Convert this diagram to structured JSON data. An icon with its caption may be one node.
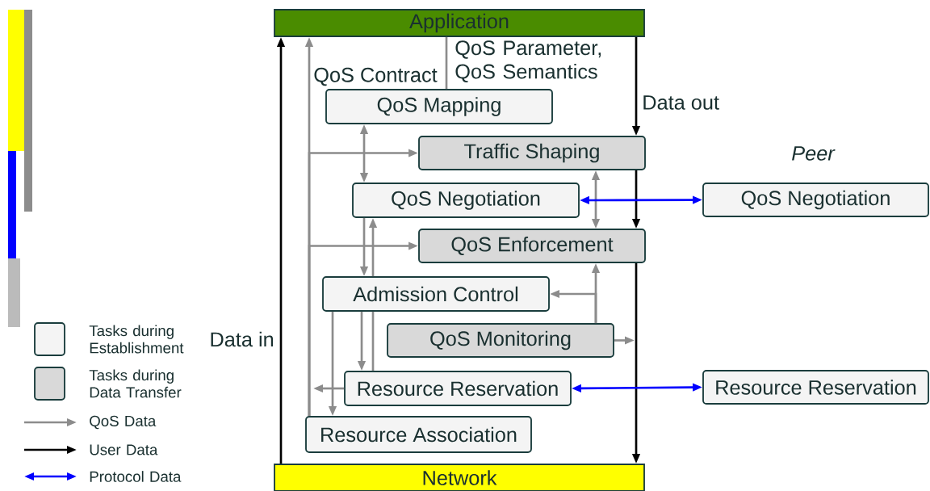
{
  "diagram": {
    "nodes": [
      {
        "text": [
          "Application"
        ]
      },
      {
        "text": [
          "QoS Mapping"
        ]
      },
      {
        "text": [
          "Traffic Shaping"
        ]
      },
      {
        "text": [
          "QoS Negotiation"
        ]
      },
      {
        "text": [
          "QoS Negotiation"
        ]
      },
      {
        "text": [
          "QoS Enforcement"
        ]
      },
      {
        "text": [
          "Admission Control"
        ]
      },
      {
        "text": [
          "QoS Monitoring"
        ]
      },
      {
        "text": [
          "Resource Reservation"
        ]
      },
      {
        "text": [
          "Resource Reservation"
        ]
      },
      {
        "text": [
          "Resource Association"
        ]
      },
      {
        "text": [
          "Network"
        ]
      }
    ],
    "edges": [
      {
        "from": 11,
        "to": 0,
        "arrow": "to",
        "color": "#000000"
      },
      {
        "from": 0,
        "to": 2,
        "arrow": "to",
        "color": "#000000"
      },
      {
        "from": 2,
        "to": 5,
        "arrow": "to",
        "color": "#000000"
      },
      {
        "from": 5,
        "to": 11,
        "arrow": "to",
        "color": "#000000"
      },
      {
        "from": 10,
        "to": 0,
        "arrow": "to"
      },
      {
        "from": 10,
        "to": 2,
        "arrow": "to"
      },
      {
        "from": 10,
        "to": 5,
        "arrow": "to"
      },
      {
        "from": 0,
        "to": 1,
        "arrow": "none"
      },
      {
        "from": 1,
        "to": 3,
        "arrow": "both"
      },
      {
        "from": 2,
        "to": 5,
        "arrow": "both"
      },
      {
        "from": 3,
        "to": 6,
        "arrow": "to"
      },
      {
        "from": 6,
        "to": 3,
        "arrow": "to"
      },
      {
        "from": 8,
        "to": 6,
        "arrow": "none"
      },
      {
        "from": 6,
        "to": 8,
        "arrow": "to"
      },
      {
        "from": 6,
        "to": 10,
        "arrow": "to"
      },
      {
        "from": 8,
        "to": null,
        "arrow": "to"
      },
      {
        "from": 7,
        "to": 5,
        "arrow": "to"
      },
      {
        "from": 7,
        "to": 6,
        "arrow": "to"
      },
      {
        "from": 7,
        "to": null,
        "arrow": "to"
      },
      {
        "from": 3,
        "to": 4,
        "arrow": "both",
        "color": "#0000ff"
      },
      {
        "from": 8,
        "to": 9,
        "arrow": "both",
        "color": "#0000ff"
      }
    ],
    "labels": [
      "QoS Parameter, QoS Semantics",
      "QoS Contract",
      "Data out",
      "Peer",
      "Data in"
    ],
    "legend": [
      {
        "text": "Tasks during Establishment",
        "color": "#f4f4f4"
      },
      {
        "text": "Tasks during Data Transfer",
        "color": "#d9d9d9"
      },
      {
        "text": "QoS Data"
      },
      {
        "text": "User Data"
      },
      {
        "text": "Protocol Data"
      }
    ]
  }
}
